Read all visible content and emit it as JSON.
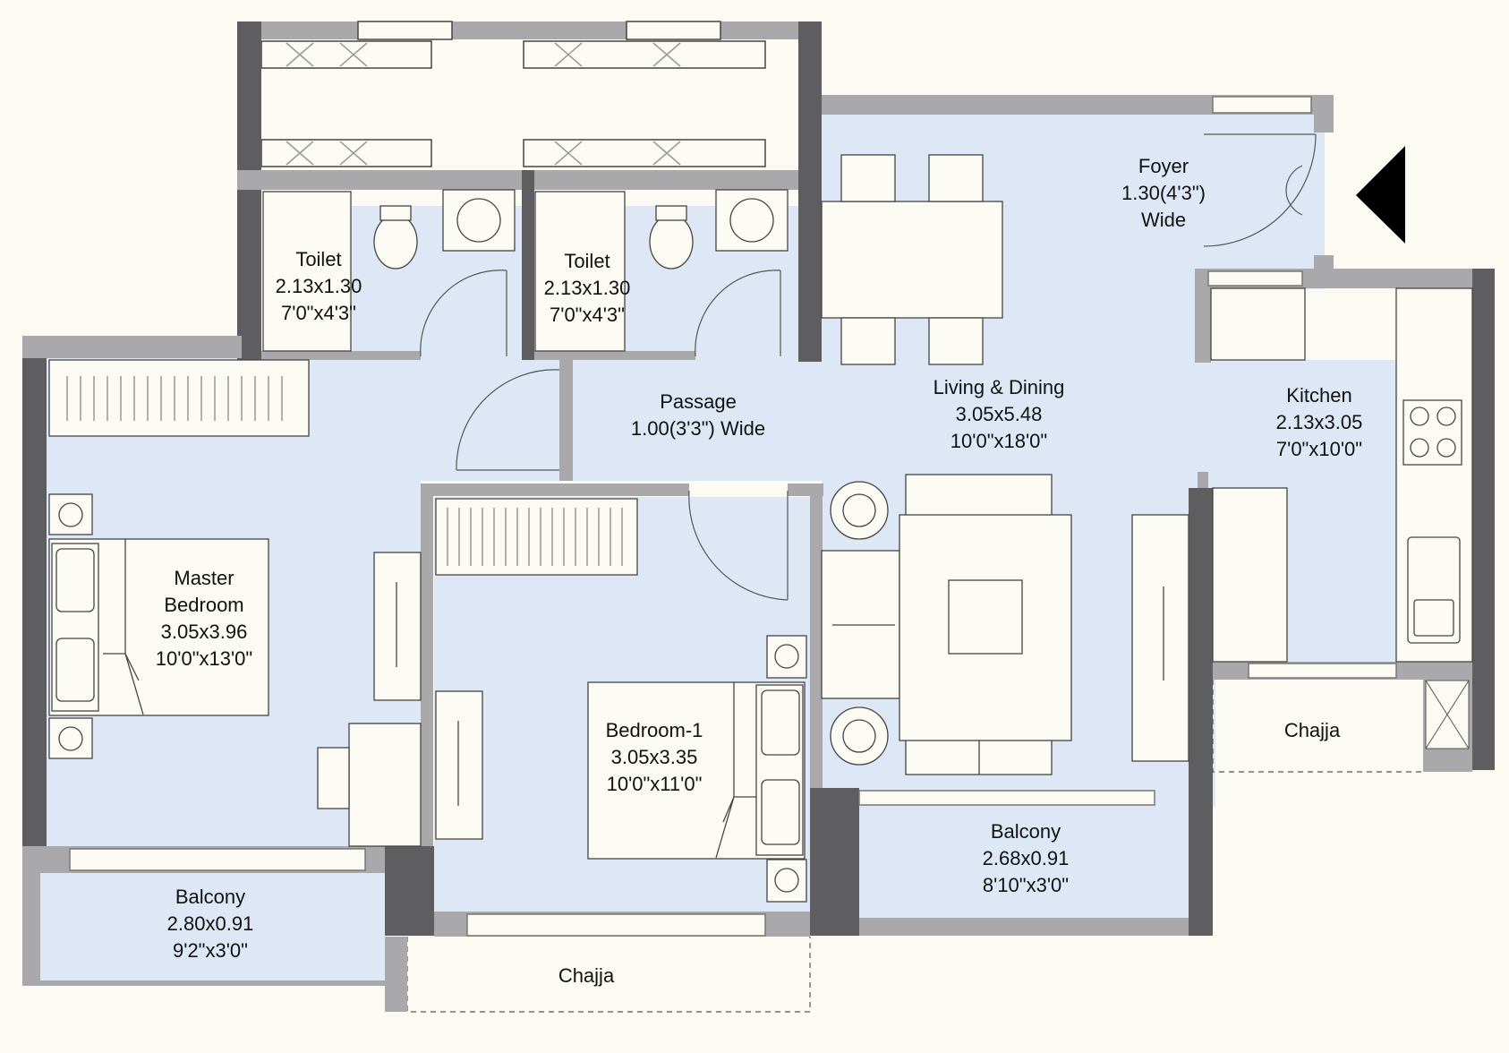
{
  "rooms": {
    "toilet_1": {
      "name": "Toilet",
      "size_m": "2.13x1.30",
      "size_ft": "7'0\"x4'3\""
    },
    "toilet_2": {
      "name": "Toilet",
      "size_m": "2.13x1.30",
      "size_ft": "7'0\"x4'3\""
    },
    "foyer": {
      "name": "Foyer",
      "size": "1.30(4'3\")",
      "note": "Wide"
    },
    "passage": {
      "name": "Passage",
      "size": "1.00(3'3\") Wide"
    },
    "living_dining": {
      "name": "Living & Dining",
      "size_m": "3.05x5.48",
      "size_ft": "10'0\"x18'0\""
    },
    "kitchen": {
      "name": "Kitchen",
      "size_m": "2.13x3.05",
      "size_ft": "7'0\"x10'0\""
    },
    "master_bedroom": {
      "name_line1": "Master",
      "name_line2": "Bedroom",
      "size_m": "3.05x3.96",
      "size_ft": "10'0\"x13'0\""
    },
    "bedroom_1": {
      "name": "Bedroom-1",
      "size_m": "3.05x3.35",
      "size_ft": "10'0\"x11'0\""
    },
    "balcony_master": {
      "name": "Balcony",
      "size_m": "2.80x0.91",
      "size_ft": "9'2\"x3'0\""
    },
    "balcony_living": {
      "name": "Balcony",
      "size_m": "2.68x0.91",
      "size_ft": "8'10\"x3'0\""
    },
    "chajja_bottom": {
      "name": "Chajja"
    },
    "chajja_right": {
      "name": "Chajja"
    }
  },
  "colors": {
    "room_fill": "#dde7f6",
    "wall": "#5e5e60",
    "wall_light": "#a9a9ab",
    "background": "#fbfbf4",
    "entry_arrow": "#000000"
  }
}
